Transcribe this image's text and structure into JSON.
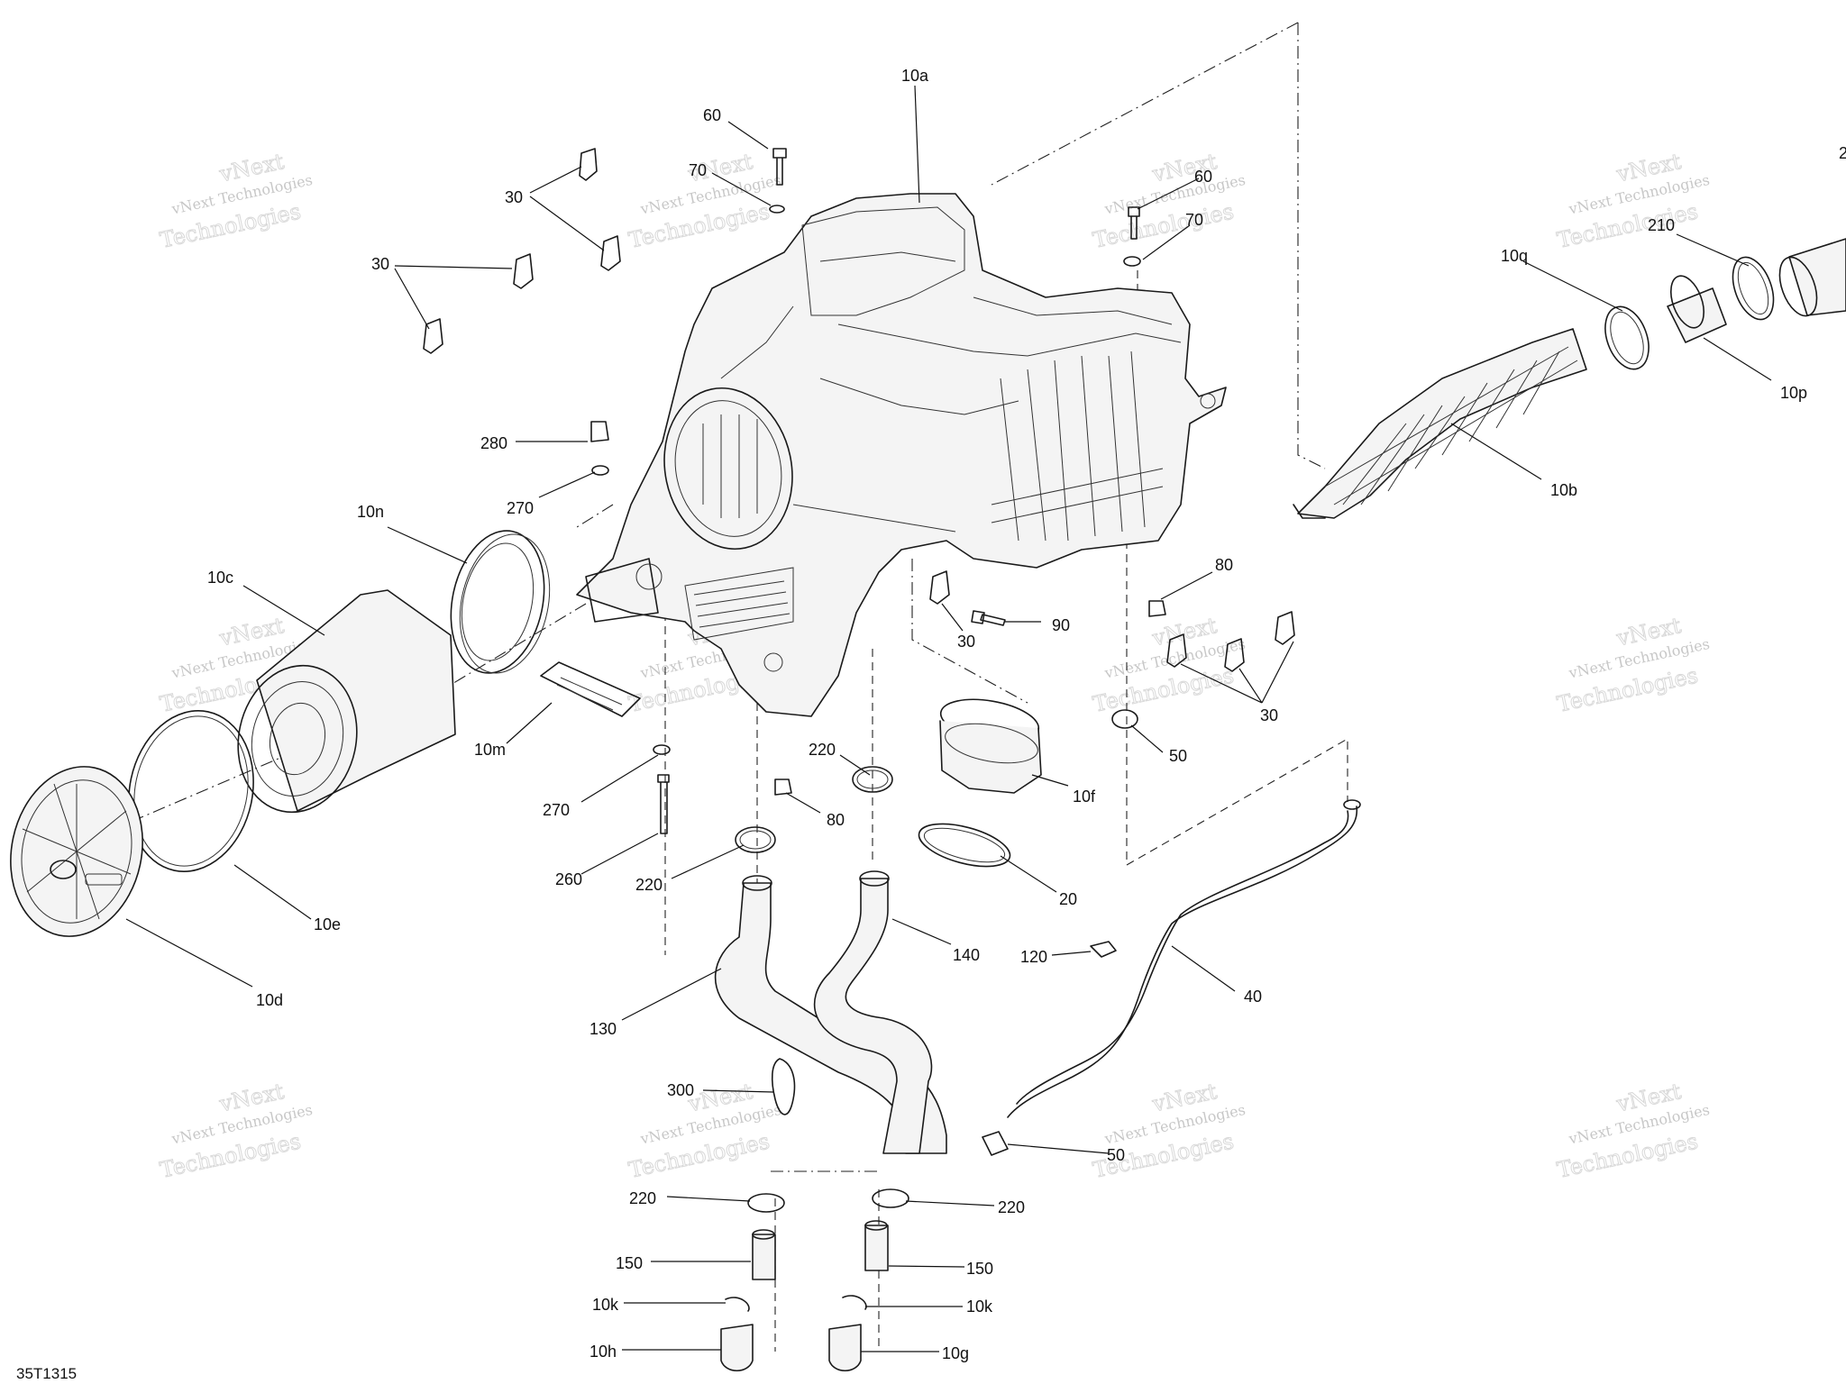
{
  "diagram": {
    "reference": "35T1315",
    "watermark": {
      "line1": "vNext Technologies",
      "line2": "Technologies",
      "line3": "vNext"
    },
    "callouts": [
      {
        "id": "c10a",
        "text": "10a"
      },
      {
        "id": "c60a",
        "text": "60"
      },
      {
        "id": "c70a",
        "text": "70"
      },
      {
        "id": "c30a",
        "text": "30"
      },
      {
        "id": "c30b",
        "text": "30"
      },
      {
        "id": "c60b",
        "text": "60"
      },
      {
        "id": "c70b",
        "text": "70"
      },
      {
        "id": "c10q",
        "text": "10q"
      },
      {
        "id": "c210",
        "text": "210"
      },
      {
        "id": "c10p",
        "text": "10p"
      },
      {
        "id": "c10b",
        "text": "10b"
      },
      {
        "id": "c280",
        "text": "280"
      },
      {
        "id": "c270a",
        "text": "270"
      },
      {
        "id": "c10n",
        "text": "10n"
      },
      {
        "id": "c10c",
        "text": "10c"
      },
      {
        "id": "c80a",
        "text": "80"
      },
      {
        "id": "c30c",
        "text": "30"
      },
      {
        "id": "c90",
        "text": "90"
      },
      {
        "id": "c30d",
        "text": "30"
      },
      {
        "id": "c50a",
        "text": "50"
      },
      {
        "id": "c10m",
        "text": "10m"
      },
      {
        "id": "c220a",
        "text": "220"
      },
      {
        "id": "c10f",
        "text": "10f"
      },
      {
        "id": "c270b",
        "text": "270"
      },
      {
        "id": "c80b",
        "text": "80"
      },
      {
        "id": "c260",
        "text": "260"
      },
      {
        "id": "c220b",
        "text": "220"
      },
      {
        "id": "c20",
        "text": "20"
      },
      {
        "id": "c10e",
        "text": "10e"
      },
      {
        "id": "c140",
        "text": "140"
      },
      {
        "id": "c120",
        "text": "120"
      },
      {
        "id": "c10d",
        "text": "10d"
      },
      {
        "id": "c40",
        "text": "40"
      },
      {
        "id": "c130",
        "text": "130"
      },
      {
        "id": "c300",
        "text": "300"
      },
      {
        "id": "c50b",
        "text": "50"
      },
      {
        "id": "c220c",
        "text": "220"
      },
      {
        "id": "c220d",
        "text": "220"
      },
      {
        "id": "c150a",
        "text": "150"
      },
      {
        "id": "c150b",
        "text": "150"
      },
      {
        "id": "c10ka",
        "text": "10k"
      },
      {
        "id": "c10kb",
        "text": "10k"
      },
      {
        "id": "c10h",
        "text": "10h"
      },
      {
        "id": "c10g",
        "text": "10g"
      },
      {
        "id": "c2",
        "text": "2"
      }
    ]
  }
}
